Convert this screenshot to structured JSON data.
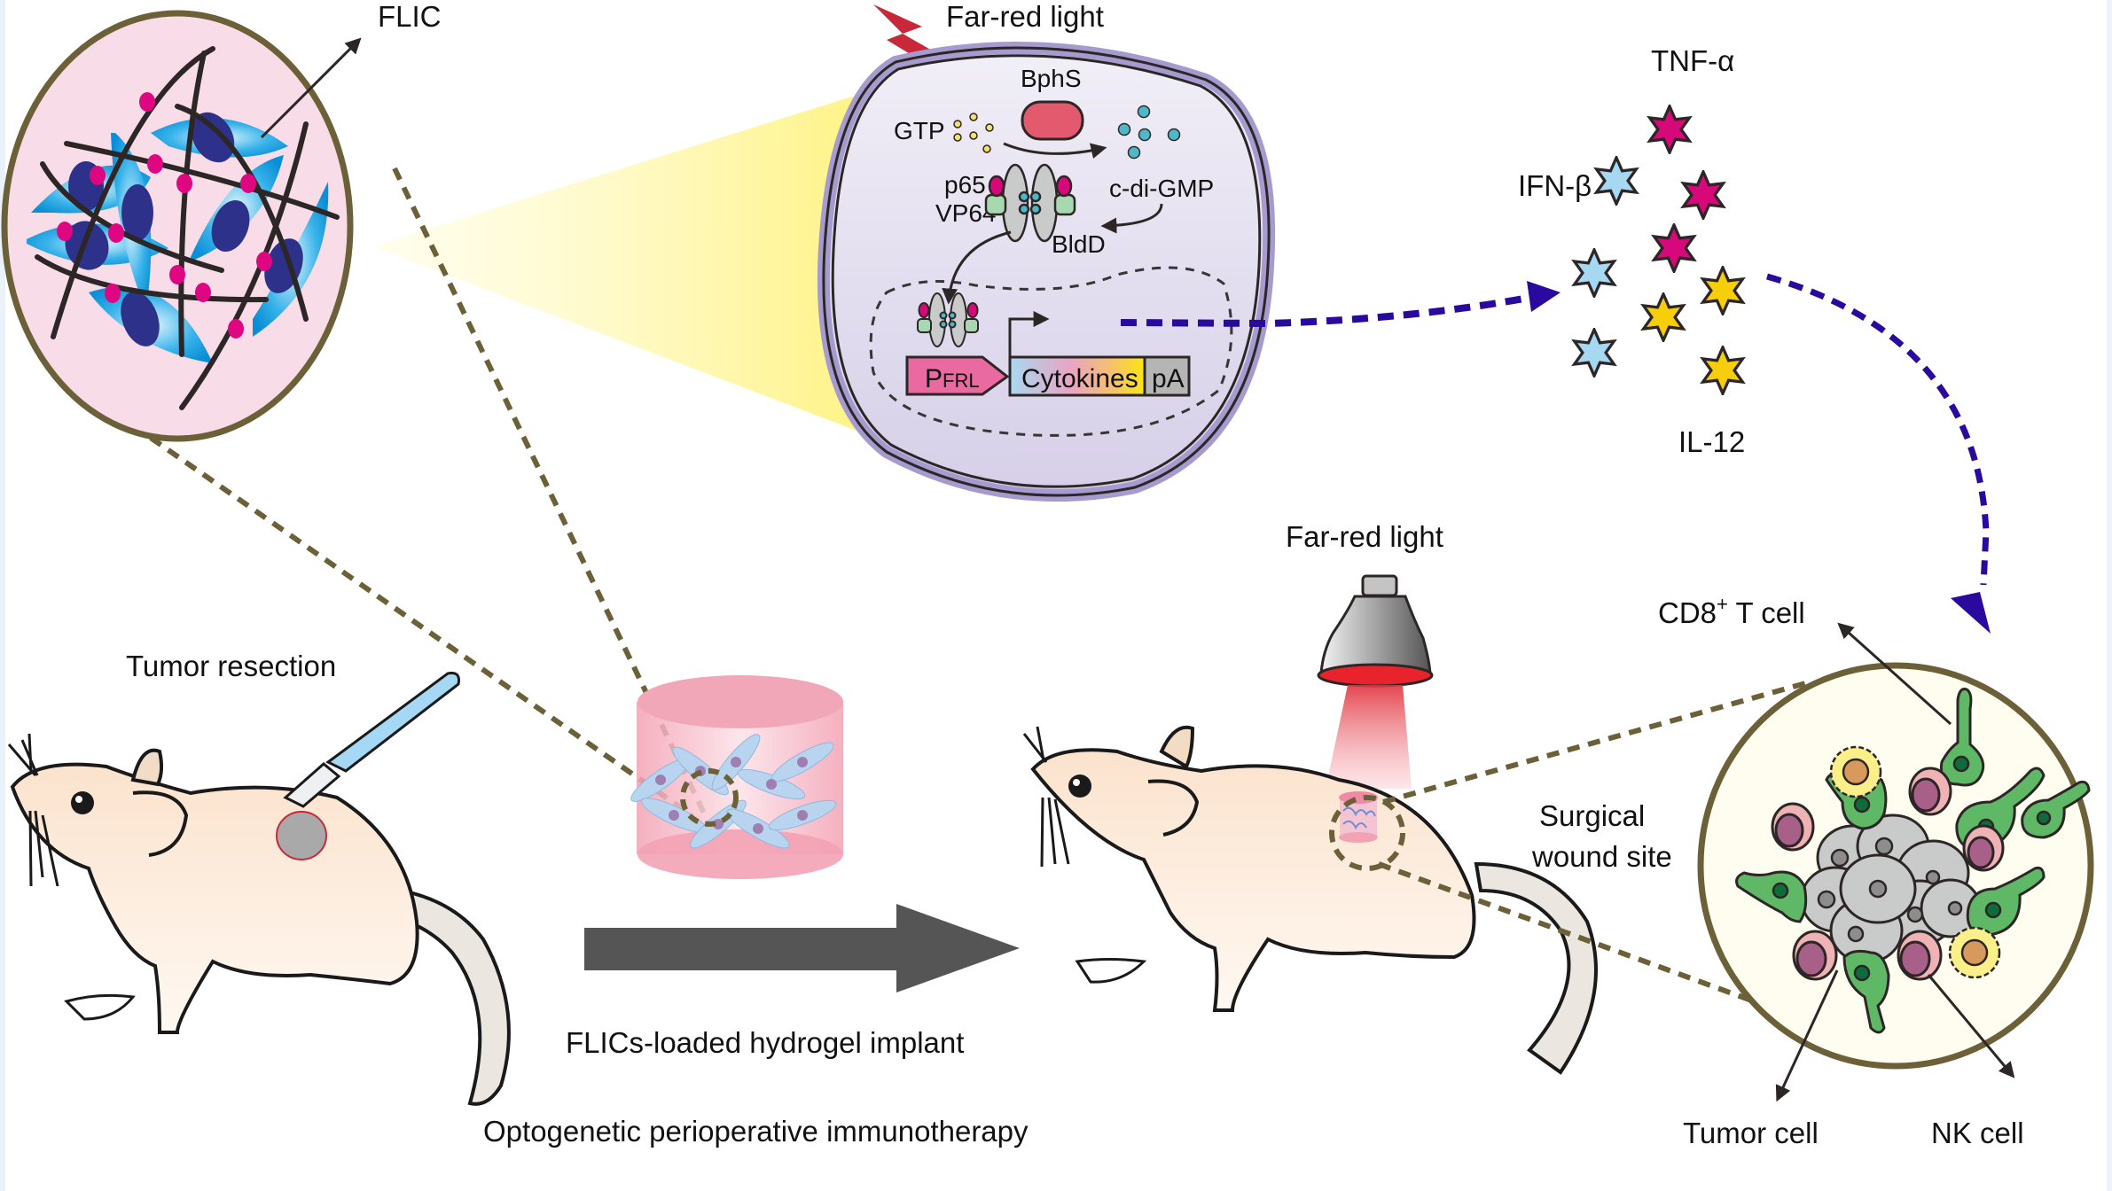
{
  "figure": {
    "title": "Optogenetic perioperative immunotherapy",
    "colors": {
      "background": "#ffffff",
      "edge_strip": "#eaf3fb",
      "dashed_connector": "#6b6038",
      "secretion_arrow": "#2a0a9e",
      "lightning": "#c8283a",
      "cell_fill": "#e3def0",
      "cell_membrane": "#a59bcf",
      "bphs": "#e35a6e",
      "gtp": "#f4e26a",
      "c_di_gmp": "#4fb8c8",
      "p65_vp64_head": "#d6087a",
      "vp64_body": "#a8d8b0",
      "bldd": "#c9cbca",
      "promoter": "#e86aa0",
      "pa_block": "#b5b5b5",
      "tnf_star": "#d6087a",
      "ifn_star": "#a6d8f2",
      "il12_star": "#f6cf0a",
      "cd8_t_cell": "#5fb865",
      "nk_cell_outer": "#f0b3b5",
      "nk_cell_nucleus": "#a86088",
      "tumor_cell": "#c9cbca",
      "dendritic_cell": "#fbef8a",
      "lamp_beam": "#e8323d",
      "mouse_body": "#fbe6d4",
      "transition_arrow": "#555555"
    }
  },
  "flic_inset": {
    "label": "FLIC"
  },
  "cell_detail": {
    "light_label": "Far-red light",
    "bphs_label": "BphS",
    "gtp_label": "GTP",
    "c_di_gmp_label": "c-di-GMP",
    "p65_label": "p65",
    "vp64_label": "VP64",
    "bldd_label": "BldD",
    "cassette": {
      "promoter_main": "P",
      "promoter_sub": "FRL",
      "gene": "Cytokines",
      "terminator": "pA"
    }
  },
  "cytokines": {
    "tnf": "TNF-α",
    "ifn": "IFN-β",
    "il12": "IL-12"
  },
  "step1": {
    "label": "Tumor resection"
  },
  "step2": {
    "label": "FLICs-loaded hydrogel implant"
  },
  "step3": {
    "light_label": "Far-red light",
    "wound_line1": "Surgical",
    "wound_line2": "wound site"
  },
  "immune_inset": {
    "cd8_label_main": "CD8",
    "cd8_label_sup": "+",
    "cd8_label_rest": " T cell",
    "tumor_label": "Tumor cell",
    "nk_label": "NK cell"
  }
}
